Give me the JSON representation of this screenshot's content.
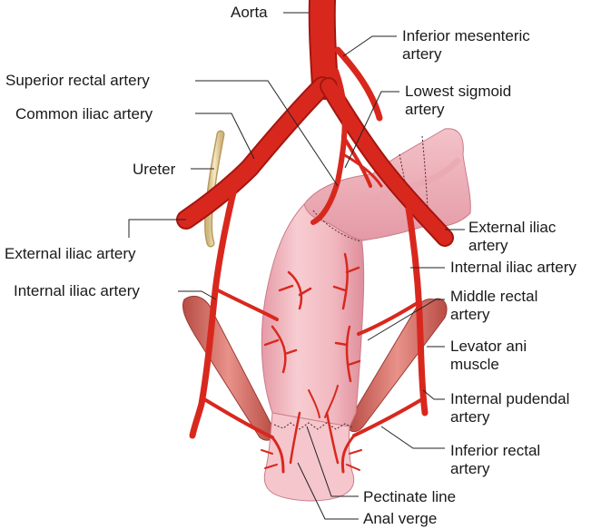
{
  "labels": {
    "aorta": "Aorta",
    "inferior_mesenteric": [
      "Inferior mesenteric",
      "artery"
    ],
    "superior_rectal": "Superior rectal artery",
    "lowest_sigmoid": [
      "Lowest sigmoid",
      "artery"
    ],
    "common_iliac": "Common iliac artery",
    "ureter": "Ureter",
    "external_iliac_left": "External iliac artery",
    "external_iliac_right": [
      "External iliac",
      "artery"
    ],
    "internal_iliac_left": "Internal iliac artery",
    "internal_iliac_right": "Internal iliac artery",
    "middle_rectal": [
      "Middle rectal",
      "artery"
    ],
    "levator_ani": [
      "Levator ani",
      "muscle"
    ],
    "internal_pudendal": [
      "Internal pudendal",
      "artery"
    ],
    "inferior_rectal": [
      "Inferior rectal",
      "artery"
    ],
    "pectinate_line": "Pectinate line",
    "anal_verge": "Anal verge"
  },
  "colors": {
    "artery": "#d8281e",
    "artery_dark": "#a5150f",
    "rectum": "#f3bcc3",
    "rectum_shade": "#e597a3",
    "muscle": "#c9655a",
    "ureter": "#ecd9a8",
    "leader": "#222222"
  }
}
